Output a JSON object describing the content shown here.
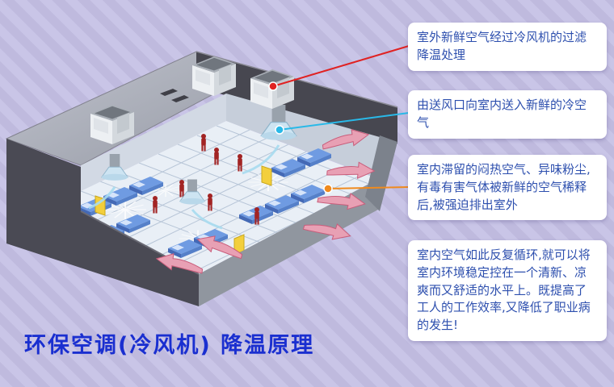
{
  "title": {
    "text": "环保空调(冷风机)  降温原理",
    "color": "#1a2fd0"
  },
  "callouts": [
    {
      "text": "室外新鲜空气经过冷风机的过滤降温处理",
      "connector_color": "#e02222"
    },
    {
      "text": "由送风口向室内送入新鲜的冷空气",
      "connector_color": "#29b9e8"
    },
    {
      "text": "室内滞留的闷热空气、异味粉尘,有毒有害气体被新鲜的空气稀释后,被强迫排出室外",
      "connector_color": "#f08a1d"
    },
    {
      "text": "室内空气如此反复循环,就可以将室内环境稳定控在一个清新、凉爽而又舒适的水平上。既提高了工人的工作效率,又降低了职业病的发生!",
      "connector_color": null
    }
  ],
  "colors": {
    "background_base": "#bfbade",
    "background_stripe": "#c9c5e7",
    "callout_text": "#2d4fae",
    "exhaust_arrow": "#e8a0b4",
    "supply_air": "#a8dcf0",
    "person": "#a22424",
    "door": "#f3cf3c"
  },
  "illustration": {
    "description": "isometric cutaway of a workshop cooled by rooftop evaporative air coolers",
    "rooftop_unit_count": 3
  }
}
